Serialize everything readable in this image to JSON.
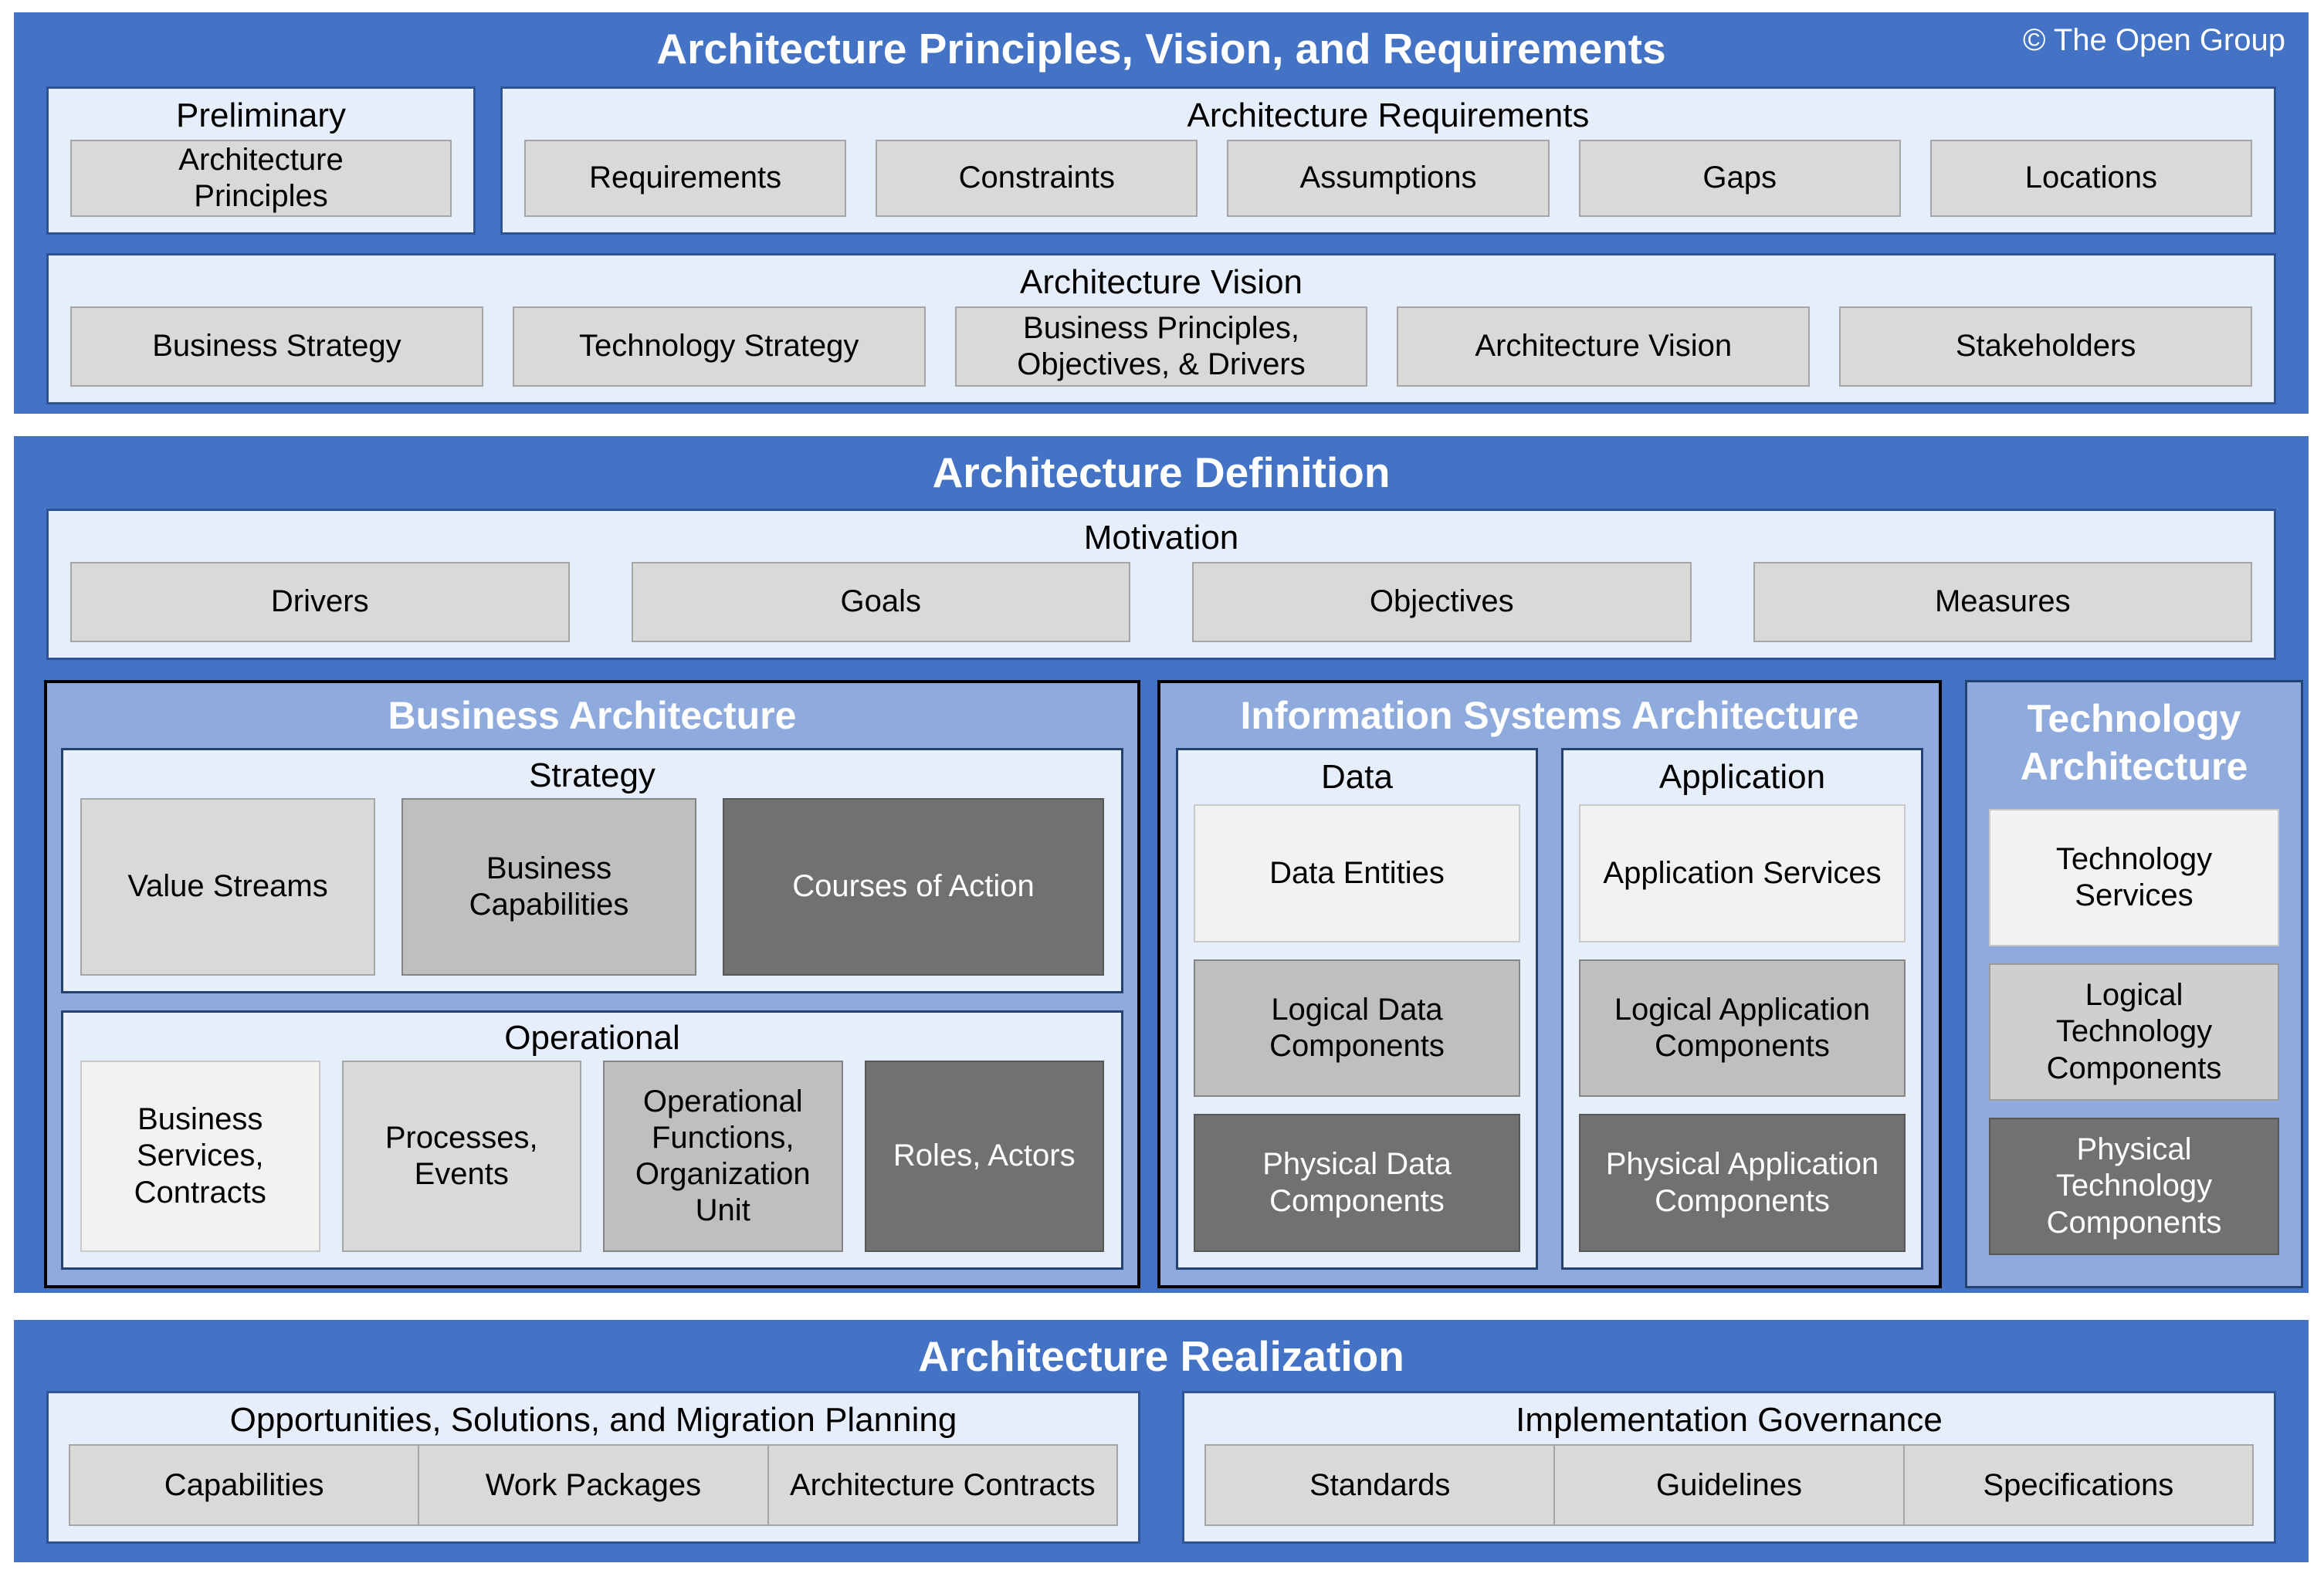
{
  "copyright": "© The Open Group",
  "palette": {
    "band_blue": "#4472c4",
    "panel_blue": "#e7eefb",
    "panel_border": "#2e5396",
    "arch_blue": "#8faadc",
    "sub_border": "#24426f",
    "black_border": "#000000",
    "box_lightest": "#f2f2f2",
    "box_light": "#d9d9d9",
    "box_medium": "#bfbfbf",
    "box_dark": "#717171",
    "title_text": "#ffffff",
    "body_text": "#000000"
  },
  "principles": {
    "title": "Architecture Principles, Vision, and Requirements",
    "preliminary": {
      "label": "Preliminary",
      "box": "Architecture Principles"
    },
    "requirements": {
      "label": "Architecture Requirements",
      "boxes": [
        "Requirements",
        "Constraints",
        "Assumptions",
        "Gaps",
        "Locations"
      ]
    },
    "vision": {
      "label": "Architecture Vision",
      "boxes": [
        "Business Strategy",
        "Technology Strategy",
        "Business Principles, Objectives, & Drivers",
        "Architecture Vision",
        "Stakeholders"
      ]
    }
  },
  "definition": {
    "title": "Architecture Definition",
    "motivation": {
      "label": "Motivation",
      "boxes": [
        "Drivers",
        "Goals",
        "Objectives",
        "Measures"
      ]
    },
    "business": {
      "title": "Business Architecture",
      "strategy": {
        "label": "Strategy",
        "boxes": [
          "Value Streams",
          "Business Capabilities",
          "Courses of Action"
        ]
      },
      "operational": {
        "label": "Operational",
        "boxes": [
          "Business Services, Contracts",
          "Processes, Events",
          "Operational Functions, Organization Unit",
          "Roles, Actors"
        ]
      }
    },
    "information": {
      "title": "Information Systems Architecture",
      "data": {
        "label": "Data",
        "boxes": [
          "Data Entities",
          "Logical Data Components",
          "Physical Data Components"
        ]
      },
      "application": {
        "label": "Application",
        "boxes": [
          "Application Services",
          "Logical Application Components",
          "Physical Application Components"
        ]
      }
    },
    "technology": {
      "title": "Technology Architecture",
      "boxes": [
        "Technology Services",
        "Logical Technology Components",
        "Physical Technology Components"
      ]
    }
  },
  "realization": {
    "title": "Architecture Realization",
    "opportunities": {
      "label": "Opportunities, Solutions, and Migration Planning",
      "boxes": [
        "Capabilities",
        "Work Packages",
        "Architecture Contracts"
      ]
    },
    "governance": {
      "label": "Implementation Governance",
      "boxes": [
        "Standards",
        "Guidelines",
        "Specifications"
      ]
    }
  }
}
